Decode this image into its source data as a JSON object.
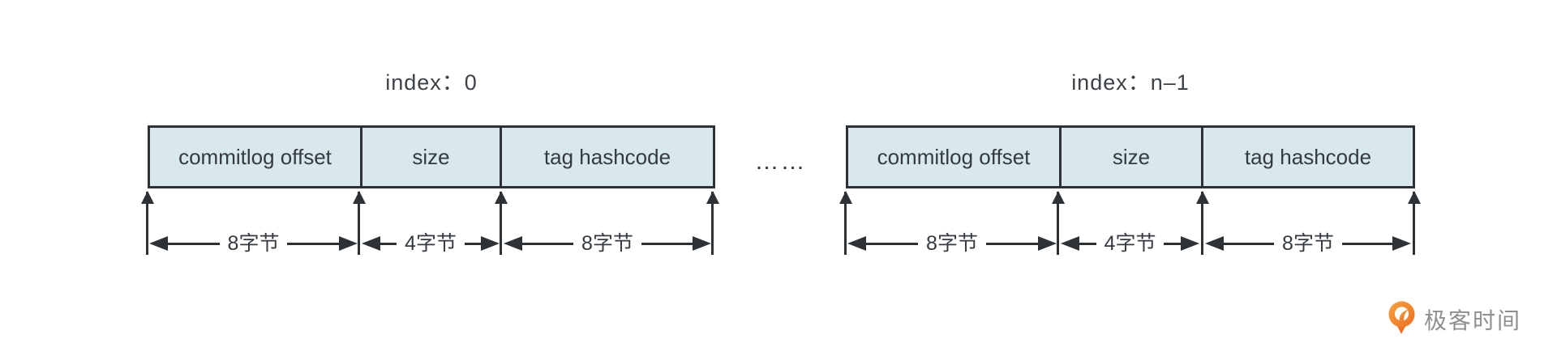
{
  "blocks": [
    {
      "index_label": "index：0",
      "cells": [
        {
          "label": "commitlog offset",
          "bytes_label": "8字节"
        },
        {
          "label": "size",
          "bytes_label": "4字节"
        },
        {
          "label": "tag hashcode",
          "bytes_label": "8字节"
        }
      ]
    },
    {
      "index_label": "index：n–1",
      "cells": [
        {
          "label": "commitlog offset",
          "bytes_label": "8字节"
        },
        {
          "label": "size",
          "bytes_label": "4字节"
        },
        {
          "label": "tag hashcode",
          "bytes_label": "8字节"
        }
      ]
    }
  ],
  "separator": "……",
  "logo": {
    "text": "极客时间",
    "icon": "geektime-pin-icon"
  },
  "colors": {
    "background": "#ffffff",
    "cell_fill": "#d9e7ef",
    "line": "#2c3236",
    "text": "#343a40",
    "logo_orange": "#ed7024",
    "logo_orange_light": "#f7a13c",
    "logo_text": "#8f8f8f"
  }
}
